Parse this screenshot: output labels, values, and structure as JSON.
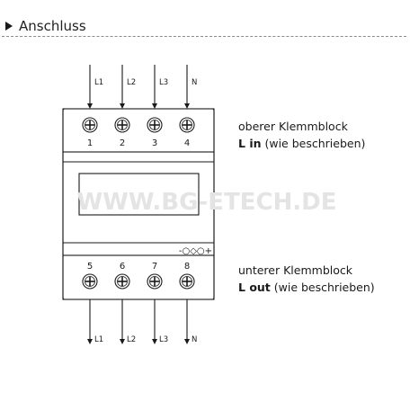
{
  "heading": "Anschluss",
  "top_lines": [
    "L1",
    "L2",
    "L3",
    "N"
  ],
  "bottom_lines": [
    "L1",
    "L2",
    "L3",
    "N"
  ],
  "top_terminals": [
    "1",
    "2",
    "3",
    "4"
  ],
  "bottom_terminals": [
    "5",
    "6",
    "7",
    "8"
  ],
  "watermark": "WWW.BG-ETECH.DE",
  "pulse_label": "-○◇○+",
  "upper_block": {
    "title": "oberer Klemmblock",
    "line_bold": "L in",
    "line_rest": " (wie beschrieben)"
  },
  "lower_block": {
    "title": "unterer Klemmblock",
    "line_bold": "L out",
    "line_rest": " (wie beschrieben)"
  },
  "colors": {
    "line": "#1a1a1a",
    "watermark": "#e6e6e6"
  }
}
